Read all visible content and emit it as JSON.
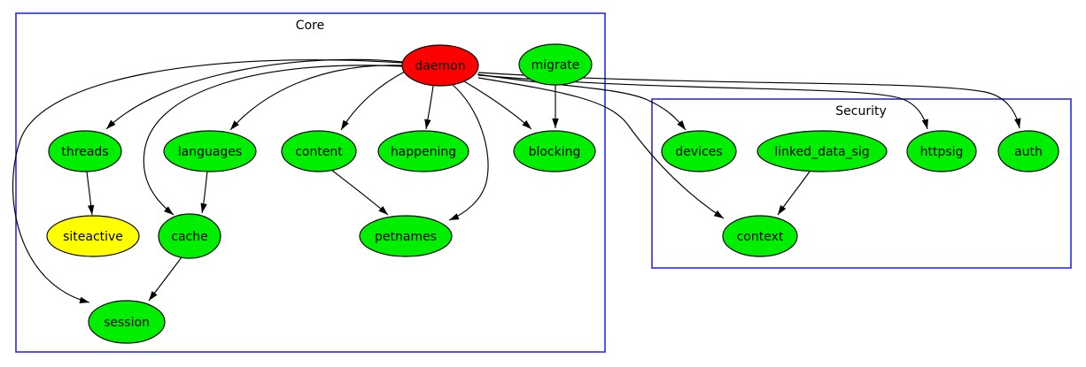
{
  "diagram": {
    "clusters": [
      {
        "id": "core",
        "label": "Core"
      },
      {
        "id": "security",
        "label": "Security"
      }
    ],
    "nodes": [
      {
        "id": "daemon",
        "label": "daemon",
        "fill": "#ff0000",
        "cluster": "core"
      },
      {
        "id": "migrate",
        "label": "migrate",
        "fill": "#00ee00",
        "cluster": "core"
      },
      {
        "id": "threads",
        "label": "threads",
        "fill": "#00ee00",
        "cluster": "core"
      },
      {
        "id": "languages",
        "label": "languages",
        "fill": "#00ee00",
        "cluster": "core"
      },
      {
        "id": "content",
        "label": "content",
        "fill": "#00ee00",
        "cluster": "core"
      },
      {
        "id": "happening",
        "label": "happening",
        "fill": "#00ee00",
        "cluster": "core"
      },
      {
        "id": "blocking",
        "label": "blocking",
        "fill": "#00ee00",
        "cluster": "core"
      },
      {
        "id": "siteactive",
        "label": "siteactive",
        "fill": "#ffff00",
        "cluster": "core"
      },
      {
        "id": "cache",
        "label": "cache",
        "fill": "#00ee00",
        "cluster": "core"
      },
      {
        "id": "petnames",
        "label": "petnames",
        "fill": "#00ee00",
        "cluster": "core"
      },
      {
        "id": "session",
        "label": "session",
        "fill": "#00ee00",
        "cluster": "core"
      },
      {
        "id": "devices",
        "label": "devices",
        "fill": "#00ee00",
        "cluster": "security"
      },
      {
        "id": "linked_data_sig",
        "label": "linked_data_sig",
        "fill": "#00ee00",
        "cluster": "security"
      },
      {
        "id": "httpsig",
        "label": "httpsig",
        "fill": "#00ee00",
        "cluster": "security"
      },
      {
        "id": "auth",
        "label": "auth",
        "fill": "#00ee00",
        "cluster": "security"
      },
      {
        "id": "context",
        "label": "context",
        "fill": "#00ee00",
        "cluster": "security"
      }
    ],
    "edges": [
      {
        "from": "daemon",
        "to": "threads"
      },
      {
        "from": "daemon",
        "to": "languages"
      },
      {
        "from": "daemon",
        "to": "content"
      },
      {
        "from": "daemon",
        "to": "happening"
      },
      {
        "from": "daemon",
        "to": "blocking"
      },
      {
        "from": "daemon",
        "to": "cache"
      },
      {
        "from": "daemon",
        "to": "session"
      },
      {
        "from": "daemon",
        "to": "petnames"
      },
      {
        "from": "daemon",
        "to": "devices"
      },
      {
        "from": "daemon",
        "to": "context"
      },
      {
        "from": "daemon",
        "to": "httpsig"
      },
      {
        "from": "daemon",
        "to": "auth"
      },
      {
        "from": "migrate",
        "to": "blocking"
      },
      {
        "from": "threads",
        "to": "siteactive"
      },
      {
        "from": "languages",
        "to": "cache"
      },
      {
        "from": "content",
        "to": "petnames"
      },
      {
        "from": "cache",
        "to": "session"
      },
      {
        "from": "linked_data_sig",
        "to": "context"
      }
    ],
    "colors": {
      "background": "#ffffff",
      "cluster_border": "#2a2af0",
      "node_border": "#000000",
      "edge": "#000000",
      "green": "#00ee00",
      "red": "#ff0000",
      "yellow": "#ffff00"
    }
  }
}
